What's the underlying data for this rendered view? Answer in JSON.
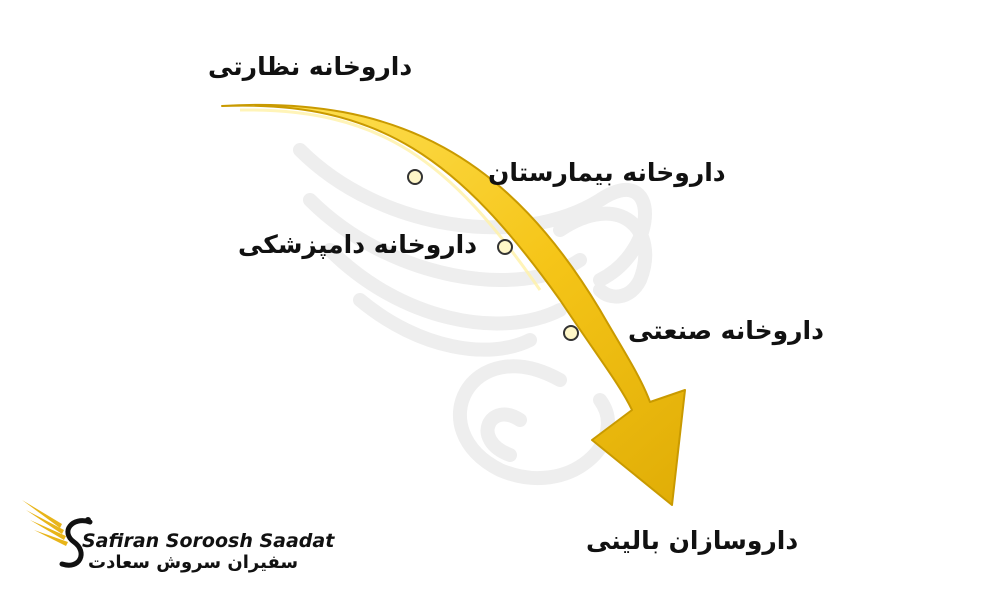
{
  "diagram": {
    "start_label": "داروخانه نظارتی",
    "steps": [
      "داروخانه بیمارستان",
      "داروخانه دامپزشکی",
      "داروخانه صنعتی"
    ],
    "end_label": "داروسازان بالینی"
  },
  "branding": {
    "name_en": "Safiran Soroosh Saadat",
    "name_fa": "سفیران سروش سعادت"
  },
  "colors": {
    "arrow_fill": "#f5c518",
    "arrow_highlight": "#ffe35a",
    "arrow_shadow": "#c99a00",
    "node_fill": "#fff7c8",
    "text": "#111111",
    "watermark": "#eeeeee",
    "logo_wing": "#e8b51a"
  },
  "icons": {
    "logo": "winged-s-logo",
    "watermark": "wing-swirl-watermark",
    "nodes": "circle-marker"
  }
}
